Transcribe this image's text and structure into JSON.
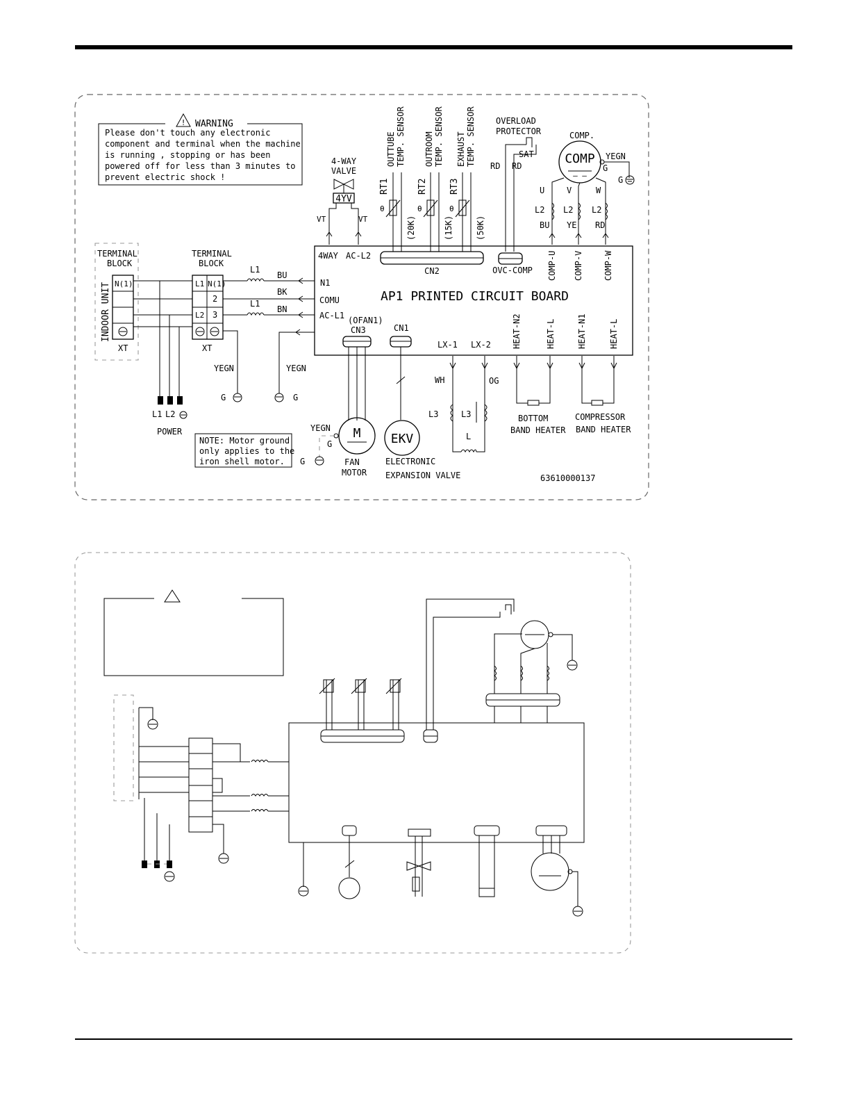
{
  "warning": {
    "title": "WARNING",
    "lines": [
      "Please don't touch any electronic",
      "component and terminal when the machine",
      "is running , stopping or has been",
      "powered off for less than 3 minutes to",
      "prevent electric shock !"
    ]
  },
  "valve": {
    "label1": "4-WAY",
    "label2": "VALVE",
    "code": "4YV",
    "vt": "VT"
  },
  "sensors": {
    "outtube": [
      "OUTTUBE",
      "TEMP. SENSOR"
    ],
    "outroom": [
      "OUTROOM",
      "TEMP. SENSOR"
    ],
    "exhaust": [
      "EXHAUST",
      "TEMP. SENSOR"
    ],
    "rt1": "RT1",
    "rt2": "RT2",
    "rt3": "RT3",
    "v20k": "(20K)",
    "v15k": "(15K)",
    "v50k": "(50K)",
    "theta": "θ"
  },
  "overload": {
    "line1": "OVERLOAD",
    "line2": "PROTECTOR",
    "sat": "SAT",
    "rd": "RD"
  },
  "compressor": {
    "title": "COMP.",
    "symbol": "COMP",
    "yegn": "YEGN",
    "g": "G",
    "u": "U",
    "v": "V",
    "w": "W",
    "l2": "L2",
    "bu": "BU",
    "ye": "YE",
    "rd": "RD"
  },
  "pcb": {
    "title": "AP1 PRINTED CIRCUIT BOARD",
    "fourway": "4WAY",
    "acl2": "AC-L2",
    "cn2": "CN2",
    "ovc": "OVC-COMP",
    "compu": "COMP-U",
    "compv": "COMP-V",
    "compw": "COMP-W",
    "n1": "N1",
    "comu": "COMU",
    "acl1": "AC-L1",
    "ofan1": "(OFAN1)",
    "cn3": "CN3",
    "cn1": "CN1",
    "lx1": "LX-1",
    "lx2": "LX-2",
    "heatn2": "HEAT-N2",
    "heatl": "HEAT-L",
    "heatn1": "HEAT-N1"
  },
  "terminal_indoor": {
    "line1": "TERMINAL",
    "line2": "BLOCK",
    "n1": "N(1)",
    "unit": "INDOOR UNIT",
    "xt": "XT"
  },
  "terminal_outdoor": {
    "line1": "TERMINAL",
    "line2": "BLOCK",
    "l1": "L1",
    "n1": "N(1)",
    "two": "2",
    "l2": "L2",
    "three": "3",
    "xt": "XT"
  },
  "wires": {
    "l1": "L1",
    "bu": "BU",
    "bk": "BK",
    "bn": "BN",
    "yegn": "YEGN",
    "g": "G",
    "wh": "WH",
    "og": "OG",
    "l3": "L3",
    "l": "L"
  },
  "power": {
    "l1": "L1",
    "l2": "L2",
    "label": "POWER"
  },
  "note": {
    "lines": [
      "NOTE: Motor ground",
      "only applies to the",
      "iron shell motor."
    ]
  },
  "fan": {
    "symbol": "M",
    "line1": "FAN",
    "line2": "MOTOR",
    "yegn": "YEGN",
    "g": "G"
  },
  "ekv": {
    "symbol": "EKV",
    "line1": "ELECTRONIC",
    "line2": "EXPANSION VALVE"
  },
  "heaters": {
    "bottom": [
      "BOTTOM",
      "BAND HEATER"
    ],
    "compressor": [
      "COMPRESSOR",
      "BAND HEATER"
    ]
  },
  "part_number": "63610000137"
}
